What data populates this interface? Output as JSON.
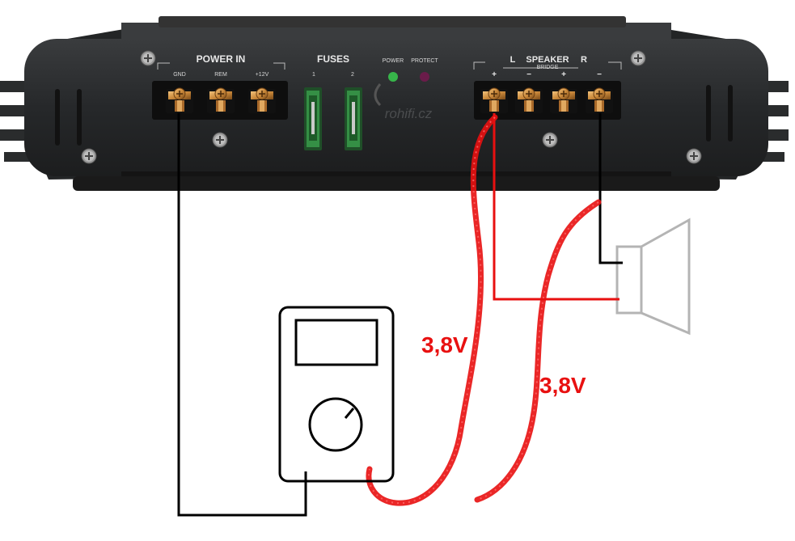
{
  "amplifier": {
    "power_in": {
      "title": "POWER IN",
      "terminals": [
        "GND",
        "REM",
        "+12V"
      ]
    },
    "fuses": {
      "title": "FUSES",
      "labels": [
        "1",
        "2"
      ]
    },
    "indicators": {
      "power": "POWER",
      "protect": "PROTECT"
    },
    "speaker": {
      "title": "SPEAKER",
      "left": "L",
      "right": "R",
      "bridge": "BRIDGE",
      "polarity": [
        "+",
        "−",
        "+",
        "−"
      ]
    },
    "watermark": "rohifi.cz"
  },
  "measurements": [
    {
      "value": "3,8V"
    },
    {
      "value": "3,8V"
    }
  ],
  "colors": {
    "chassis": "#2b2d2e",
    "wire_black": "#000000",
    "wire_red": "#e81010",
    "measurement_text": "#e81010",
    "speaker_outline": "#b4b4b4",
    "brass": "#c9883a",
    "fuse_green": "#2f7d3a"
  },
  "icons": [
    "screw-icon",
    "multimeter-icon",
    "speaker-icon",
    "led-icon",
    "fuse-icon"
  ]
}
